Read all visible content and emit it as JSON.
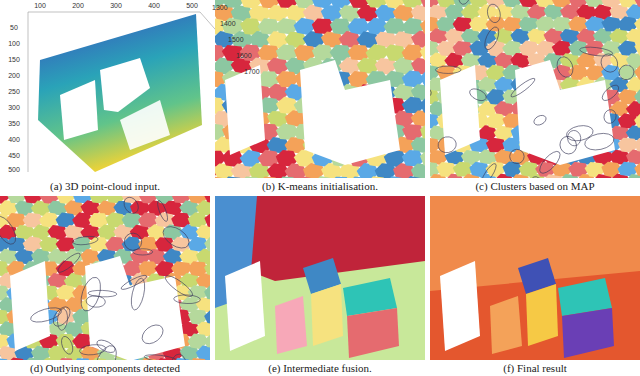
{
  "diagram": {
    "labels": [
      "100",
      "200",
      "300",
      "400",
      "500",
      "1300",
      "1400",
      "1500",
      "1600",
      "1700",
      "50",
      "100",
      "150",
      "200",
      "250",
      "300",
      "350",
      "400",
      "450",
      "500",
      "(a) 3D point-cloud input.",
      "(b) K-means initialisation.",
      "(c) Clusters based on MAP",
      "(d) Outlying components detected",
      "(e) Intermediate fusion.",
      "(f) Final result"
    ]
  }
}
